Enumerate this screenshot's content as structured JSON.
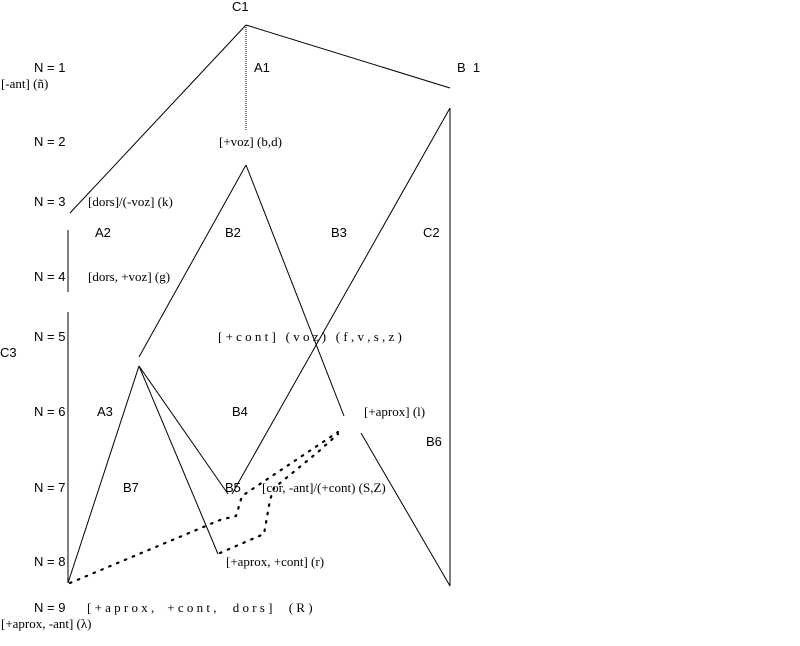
{
  "nodes": {
    "c1": "C1",
    "a1": "A1",
    "b1": "B  1",
    "a2": "A2",
    "b2": "B2",
    "b3": "B3",
    "c2": "C2",
    "c3": "C3",
    "a3": "A3",
    "b4": "B4",
    "b6": "B6",
    "b7": "B7",
    "b5": "B5"
  },
  "levels": [
    "N = 1",
    "N = 2",
    "N = 3",
    "N = 4",
    "N = 5",
    "N = 6",
    "N = 7",
    "N = 8",
    "N = 9"
  ],
  "features": {
    "ant": "[-ant] (ñ)",
    "voz": "[+voz] (b,d)",
    "dors": "[dors]/(-voz] (k)",
    "dors_voz": "[dors, +voz] (g)",
    "cont": "[ + c o n t ]   ( v o z )   ( f , v , s , z )",
    "aprox": "[+aprox] (l)",
    "cor": "[cor, -ant]/(+cont) (S,Z)",
    "aprox_cont": "[+aprox, +cont] (r)",
    "n9": "[ + a p r o x ,    + c o n t ,     d o r s ]     ( R )",
    "lambda": "[+aprox, -ant] (λ)"
  }
}
